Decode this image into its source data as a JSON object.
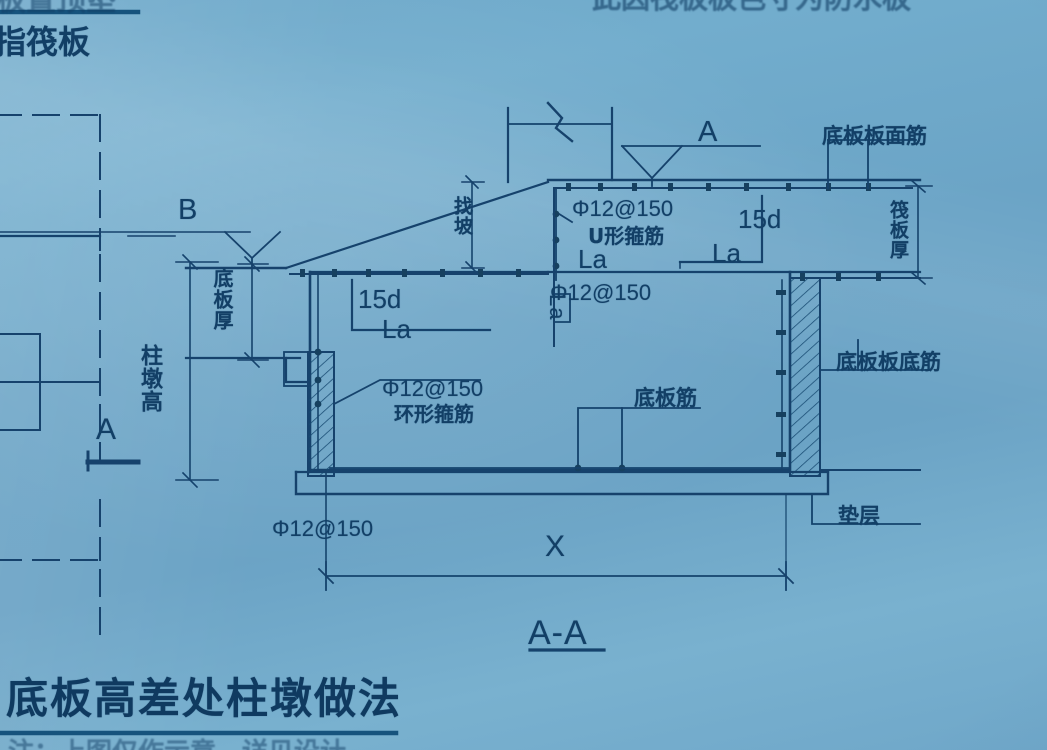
{
  "document": {
    "type": "structural-engineering-drawing",
    "title": "底板高差处柱墩做法",
    "section_label": "A-A",
    "background_color": "#6ba4c6",
    "ink_color": "#123f66"
  },
  "header": {
    "left_cut_text": "指筏板",
    "left_cut_text_above": "板置顶垫",
    "right_cut_text": "此因筏板板色寸为防水板"
  },
  "annotations": {
    "section_marker_left": "A",
    "section_marker_top": "A",
    "detail_marker_b": "B",
    "dim_x": "X",
    "rebar_spec_1": "Φ12@150",
    "rebar_note_1": "U形箍筋",
    "rebar_spec_2": "Φ12@150",
    "rebar_spec_3": "Φ12@150",
    "rebar_note_3": "环形箍筋",
    "rebar_spec_4": "Φ12@150",
    "anchor_15d_left": "15d",
    "anchor_la_left": "La",
    "anchor_15d_right": "15d",
    "anchor_la_right": "La",
    "anchor_la_center": "La",
    "anchor_la_vertical": "La",
    "slab_top_rebar": "底板板面筋",
    "slab_bottom_rebar": "底板板底筋",
    "slab_rebar": "底板筋",
    "cushion_layer": "垫层",
    "pier_height": "柱墩高",
    "slab_thickness_left": "底板厚",
    "slab_thickness_right": "筏板厚",
    "slope_label": "找坡"
  },
  "footer": {
    "title": "底板高差处柱墩做法",
    "cut_note": "注：上图仅作示意，详见设计"
  }
}
